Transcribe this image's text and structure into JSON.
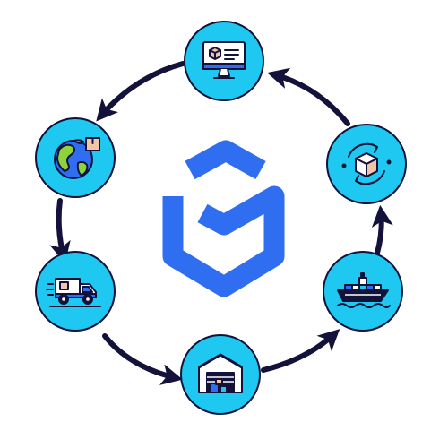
{
  "colors": {
    "node_fill": "#1ec8f0",
    "node_stroke": "#12123a",
    "arrow": "#12123a",
    "logo": "#2f6df1",
    "icon_white": "#ffffff",
    "icon_navy": "#12123a",
    "icon_blue": "#2f6df1",
    "globe_green": "#8cd43a",
    "parcel": "#f2c4a8",
    "accent": "#1ec8f0"
  },
  "center_logo": {
    "icon": "hexagonal-cube-logo-icon"
  },
  "nodes": [
    {
      "id": "online-order",
      "icon": "computer-monitor-with-package-icon"
    },
    {
      "id": "global-shipping",
      "icon": "globe-with-package-icon"
    },
    {
      "id": "truck-delivery",
      "icon": "delivery-truck-icon"
    },
    {
      "id": "warehouse",
      "icon": "warehouse-with-boxes-icon"
    },
    {
      "id": "sea-freight",
      "icon": "cargo-ship-icon"
    },
    {
      "id": "package-return",
      "icon": "package-cycle-arrows-icon"
    }
  ],
  "flow": [
    {
      "from": "online-order",
      "to": "global-shipping"
    },
    {
      "from": "global-shipping",
      "to": "truck-delivery"
    },
    {
      "from": "truck-delivery",
      "to": "warehouse"
    },
    {
      "from": "warehouse",
      "to": "sea-freight"
    },
    {
      "from": "sea-freight",
      "to": "package-return"
    },
    {
      "from": "package-return",
      "to": "online-order"
    }
  ]
}
